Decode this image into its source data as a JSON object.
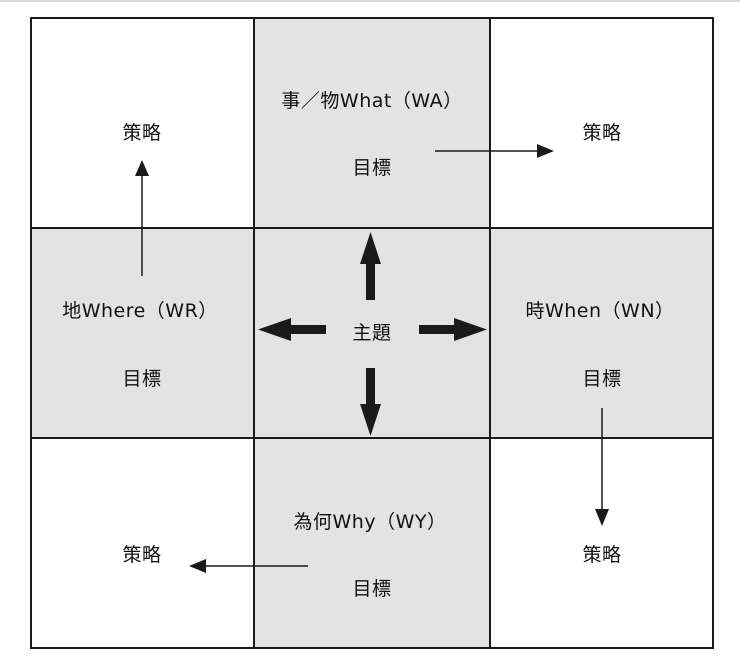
{
  "center": {
    "label": "主題"
  },
  "top": {
    "title": "事／物What（WA）",
    "goal": "目標"
  },
  "left": {
    "title": "地Where（WR）",
    "goal": "目標"
  },
  "right": {
    "title": "時When（WN）",
    "goal": "目標"
  },
  "bottom": {
    "title": "為何Why（WY）",
    "goal": "目標"
  },
  "corners": {
    "top_left": "策略",
    "top_right": "策略",
    "bottom_left": "策略",
    "bottom_right": "策略"
  },
  "colors": {
    "shade": "#e3e3e3",
    "line": "#1a1a1a"
  }
}
